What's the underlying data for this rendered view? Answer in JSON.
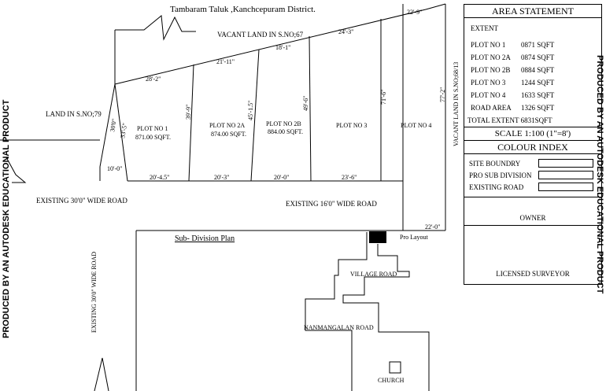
{
  "header": {
    "location": "Tambaram Taluk ,Kanchcepuram District."
  },
  "watermark": "PRODUCED BY AN AUTODESK EDUCATIONAL PRODUCT",
  "site_labels": {
    "vacant_north": "VACANT LAND IN S.NO;67",
    "vacant_east": "VACANT LAND IN S.NO;68/13",
    "land_west": "LAND IN S.NO;79",
    "road_30_left": "EXISTING 30'0\" WIDE ROAD",
    "road_16": "EXISTING 16'0\" WIDE ROAD",
    "road_30_vertical": "EXISTING 30'0\" WIDE ROAD",
    "sub_division_plan": "Sub- Division Plan",
    "pro_layout": "Pro Layout",
    "village_road": "VILLAGE ROAD",
    "nanmangalan_road": "NANMANGALAN ROAD",
    "church": "CHURCH"
  },
  "plots": [
    {
      "name": "PLOT NO 1",
      "area": "871.00 SQFT."
    },
    {
      "name": "PLOT NO 2A",
      "area": "874.00 SQFT."
    },
    {
      "name": "PLOT NO 2B",
      "area": "884.00 SQFT."
    },
    {
      "name": "PLOT NO 3",
      "area": ""
    },
    {
      "name": "PLOT NO 4",
      "area": ""
    }
  ],
  "dimensions": {
    "top_1": "28'-2\"",
    "top_2": "21'-11\"",
    "top_3": "18'-1\"",
    "top_4": "24'-3\"",
    "top_5": "22'-9\"",
    "bottom_1": "20'-4.5\"",
    "bottom_2": "20'-3\"",
    "bottom_3": "20'-0\"",
    "bottom_4": "23'-6\"",
    "bottom_5": "22'-0\"",
    "left_1": "30'0\"",
    "left_2": "33'-5\"",
    "left_bottom": "10'-0\"",
    "side_1": "39'-9\"",
    "side_2": "45'-1.5\"",
    "side_3": "49'-6\"",
    "side_4": "71'-6\"",
    "side_5": "77'-2\""
  },
  "area_statement": {
    "title": "AREA STATEMENT",
    "extent_label": "EXTENT",
    "rows": [
      {
        "label": "PLOT NO 1",
        "value": "0871 SQFT"
      },
      {
        "label": "PLOT NO 2A",
        "value": "0874 SQFT"
      },
      {
        "label": "PLOT NO 2B",
        "value": "0884 SQFT"
      },
      {
        "label": "PLOT NO 3",
        "value": "1244 SQFT"
      },
      {
        "label": "PLOT NO 4",
        "value": "1633 SQFT"
      },
      {
        "label": "ROAD AREA",
        "value": "1326 SQFT"
      }
    ],
    "total": "TOTAL EXTENT 6831SQFT"
  },
  "scale": "SCALE 1:100 (1\"=8')",
  "colour_index": {
    "title": "COLOUR INDEX",
    "items": [
      "SITE BOUNDRY",
      "PRO SUB DIVISION",
      "EXISTING ROAD"
    ]
  },
  "owner": "OWNER",
  "surveyor": "LICENSED SURVEYOR"
}
